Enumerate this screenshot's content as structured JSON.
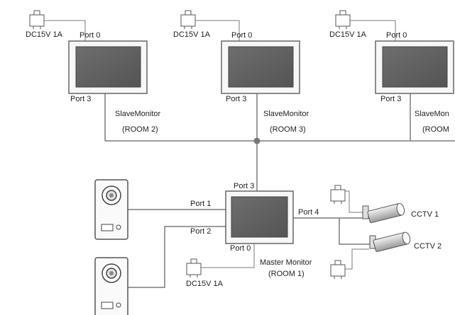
{
  "power_label": "DC15V 1A",
  "slaves": [
    {
      "port_top": "Port 0",
      "port_bottom": "Port 3",
      "name": "SlaveMonitor",
      "room": "(ROOM 2)"
    },
    {
      "port_top": "Port 0",
      "port_bottom": "Port 3",
      "name": "SlaveMonitor",
      "room": "(ROOM 3)"
    },
    {
      "port_top": "Port 0",
      "port_bottom": "Port 3",
      "name": "SlaveMon",
      "room": "(ROOM"
    }
  ],
  "master": {
    "port_top": "Port 3",
    "port_left_1": "Port 1",
    "port_left_2": "Port 2",
    "port_right": "Port 4",
    "port_bottom": "Port 0",
    "name": "Master Monitor",
    "room": "(ROOM 1)"
  },
  "cctv": [
    "CCTV 1",
    "CCTV 2"
  ]
}
